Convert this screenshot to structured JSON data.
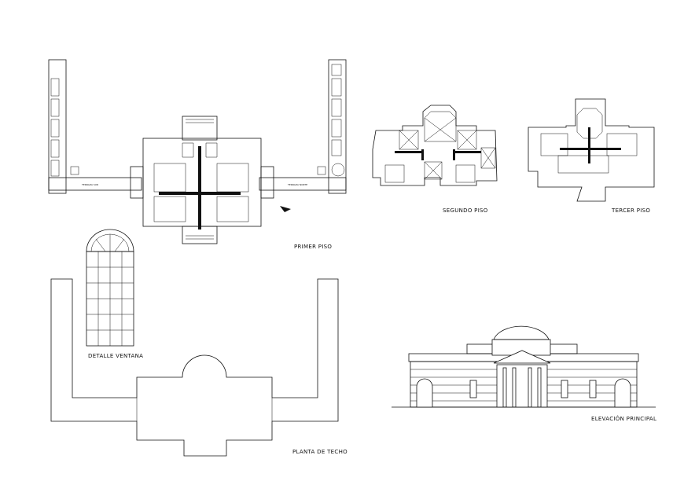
{
  "sheet": {
    "labels": {
      "primer_piso": "PRIMER PISO",
      "segundo_piso": "SEGUNDO PISO",
      "tercer_piso": "TERCER PISO",
      "detalle_ventana": "DETALLE VENTANA",
      "planta_techo": "PLANTA DE TECHO",
      "elevacion": "ELEVACIÓN PRINCIPAL"
    },
    "wing_labels": {
      "left": "TERRAZA SUR",
      "right": "TERRAZA NORTE"
    },
    "line_color": "#111111",
    "background": "#ffffff"
  }
}
